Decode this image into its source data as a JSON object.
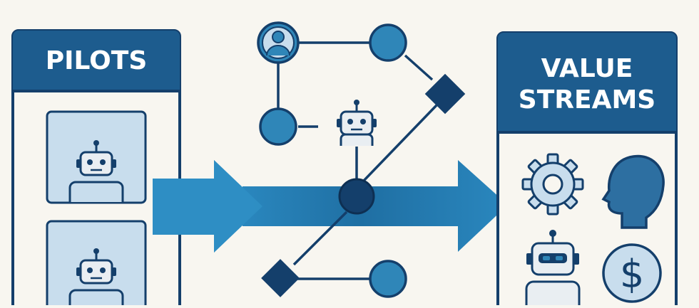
{
  "left_panel": {
    "title": "PILOTS",
    "items": [
      "robot-icon",
      "robot-icon"
    ]
  },
  "right_panel": {
    "title_line1": "VALUE",
    "title_line2": "STREAMS",
    "items": [
      "gear-icon",
      "head-icon",
      "robot-icon",
      "dollar-icon"
    ],
    "dollar_symbol": "$"
  },
  "network": {
    "nodes": [
      "person-node",
      "circle-node",
      "circle-node",
      "robot-node",
      "diamond-node",
      "hub-node",
      "diamond-node",
      "circle-node"
    ]
  },
  "colors": {
    "background": "#f8f6f0",
    "navy": "#143f6b",
    "header_blue": "#1d5c8e",
    "mid_blue": "#2f86b8",
    "light_blue": "#c8dded",
    "arrow_blue": "#2a87be"
  }
}
